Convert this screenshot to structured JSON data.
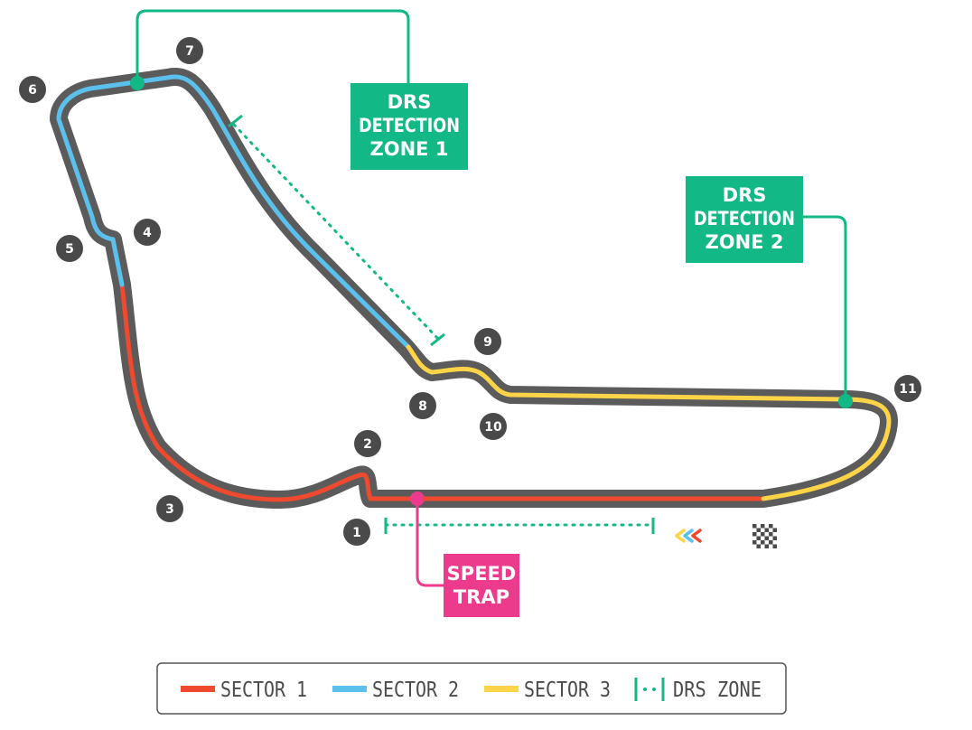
{
  "colors": {
    "track": "#5b5b5b",
    "sector1": "#ef4a2f",
    "sector2": "#5bc0eb",
    "sector3": "#fdd447",
    "drs": "#12b886",
    "speed_trap": "#ec3a8c",
    "turn_badge": "#4a4a4a"
  },
  "labels": {
    "drs_detection_1": [
      "DRS",
      "DETECTION",
      "ZONE 1"
    ],
    "drs_detection_2": [
      "DRS",
      "DETECTION",
      "ZONE 2"
    ],
    "speed_trap": [
      "SPEED",
      "TRAP"
    ]
  },
  "turns": [
    {
      "number": "1"
    },
    {
      "number": "2"
    },
    {
      "number": "3"
    },
    {
      "number": "4"
    },
    {
      "number": "5"
    },
    {
      "number": "6"
    },
    {
      "number": "7"
    },
    {
      "number": "8"
    },
    {
      "number": "9"
    },
    {
      "number": "10"
    },
    {
      "number": "11"
    }
  ],
  "legend": {
    "sector1": "SECTOR 1",
    "sector2": "SECTOR 2",
    "sector3": "SECTOR 3",
    "drs_zone": "DRS ZONE"
  },
  "icons": {
    "start_finish": "checkered-flag-icon",
    "direction": "direction-chevrons-icon"
  }
}
